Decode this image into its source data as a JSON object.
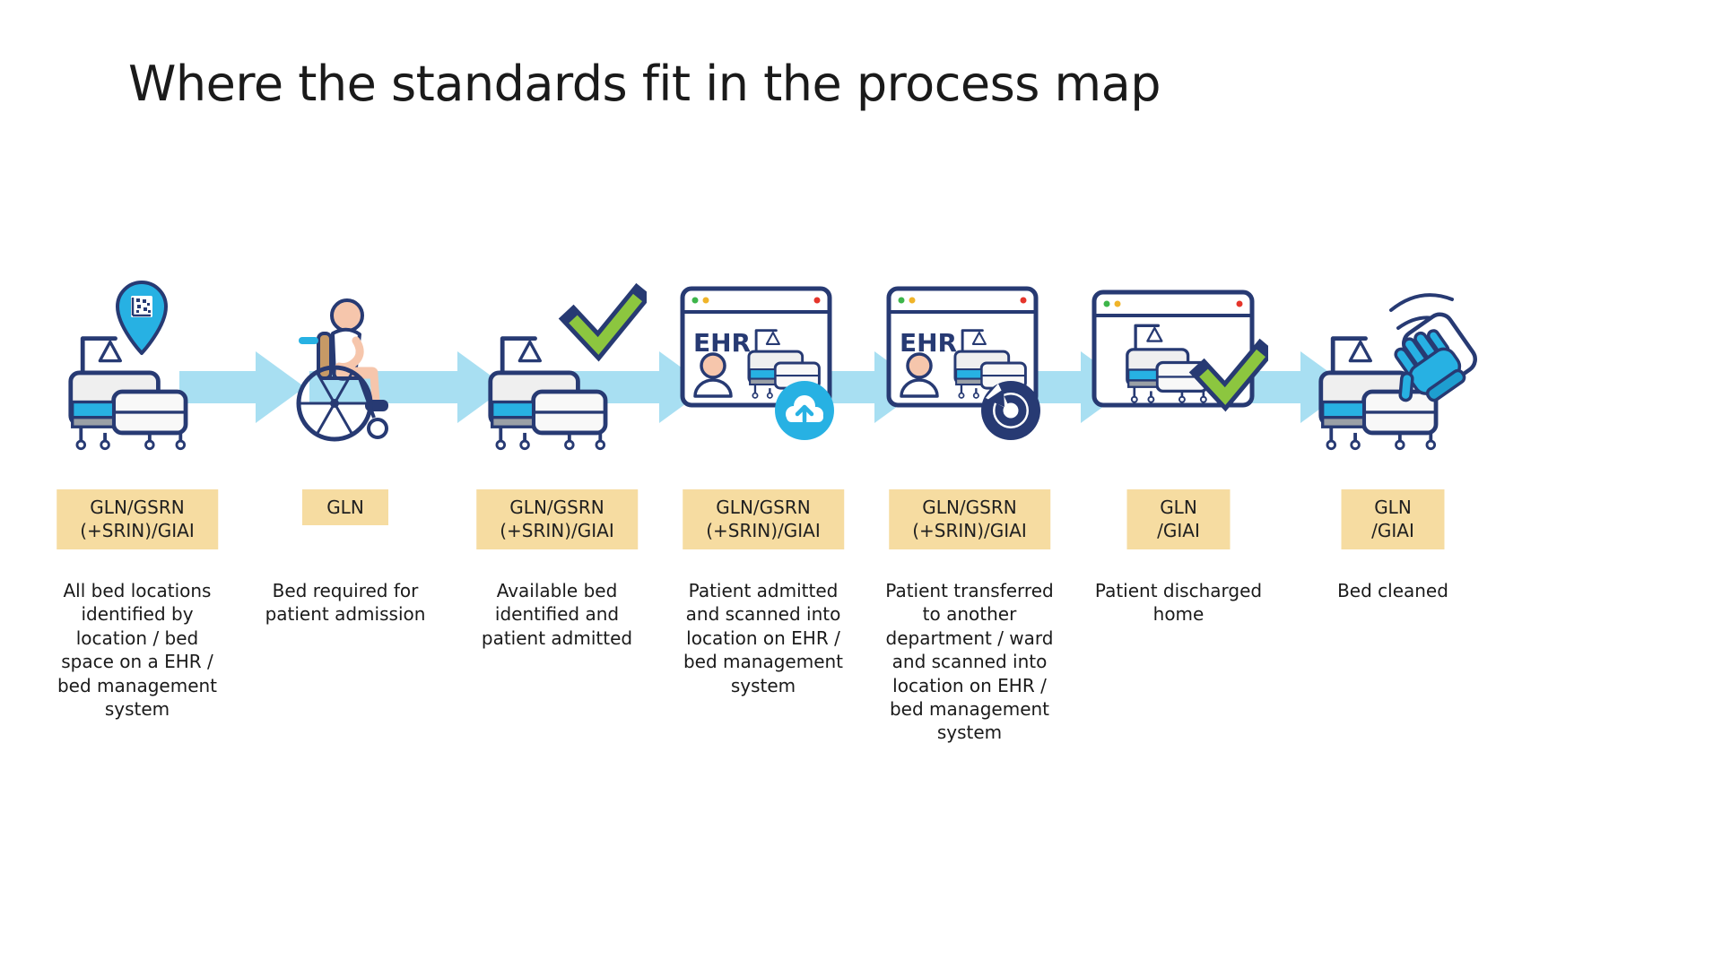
{
  "slide": {
    "title": "Where the standards fit in the process map"
  },
  "colors": {
    "arrow": "#A8DFF2",
    "tagbg": "#F6DCA1",
    "navy": "#273A73",
    "cyan": "#27B1E3",
    "green": "#8CC63F",
    "text": "#1A1A1A"
  },
  "steps": [
    {
      "icon": "bed-location-pin-icon",
      "label": "GLN/GSRN\n(+SRIN)/GIAI",
      "description": "All bed locations\nidentified by\nlocation / bed\nspace on a EHR /\nbed management\nsystem"
    },
    {
      "icon": "wheelchair-patient-icon",
      "label": "GLN",
      "description": "Bed required for\npatient admission"
    },
    {
      "icon": "available-bed-check-icon",
      "label": "GLN/GSRN\n(+SRIN)/GIAI",
      "description": "Available bed\nidentified and\npatient admitted"
    },
    {
      "icon": "ehr-cloud-upload-icon",
      "window_title": "EHR",
      "label": "GLN/GSRN\n(+SRIN)/GIAI",
      "description": "Patient admitted\nand scanned into\nlocation on EHR /\nbed management\nsystem"
    },
    {
      "icon": "ehr-transfer-refresh-icon",
      "window_title": "EHR",
      "label": "GLN/GSRN\n(+SRIN)/GIAI",
      "description": "Patient transferred\nto another\ndepartment / ward\nand  scanned into\nlocation on EHR /\nbed management\nsystem"
    },
    {
      "icon": "discharge-window-check-icon",
      "label": "GLN /GIAI",
      "description": "Patient discharged\nhome"
    },
    {
      "icon": "bed-cleaning-icon",
      "label": "GLN /GIAI",
      "description": "Bed cleaned"
    }
  ]
}
